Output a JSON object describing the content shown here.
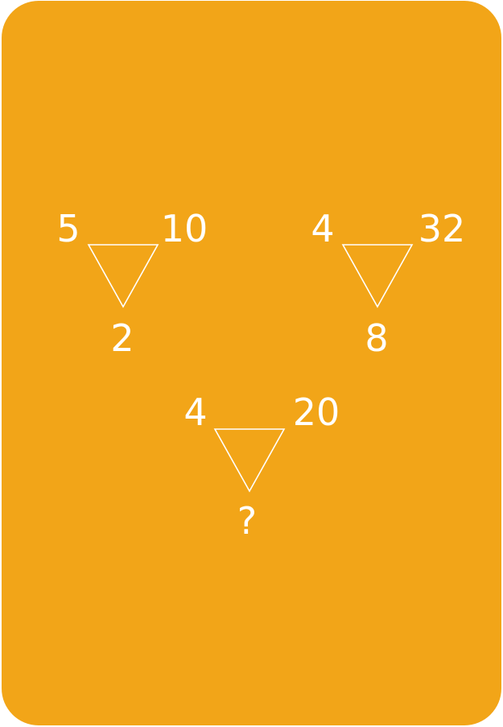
{
  "puzzles": [
    {
      "left": "5",
      "right": "10",
      "bottom": "2"
    },
    {
      "left": "4",
      "right": "32",
      "bottom": "8"
    },
    {
      "left": "4",
      "right": "20",
      "bottom": "?"
    }
  ],
  "colors": {
    "card_background": "#f2a518",
    "foreground": "#ffffff"
  }
}
